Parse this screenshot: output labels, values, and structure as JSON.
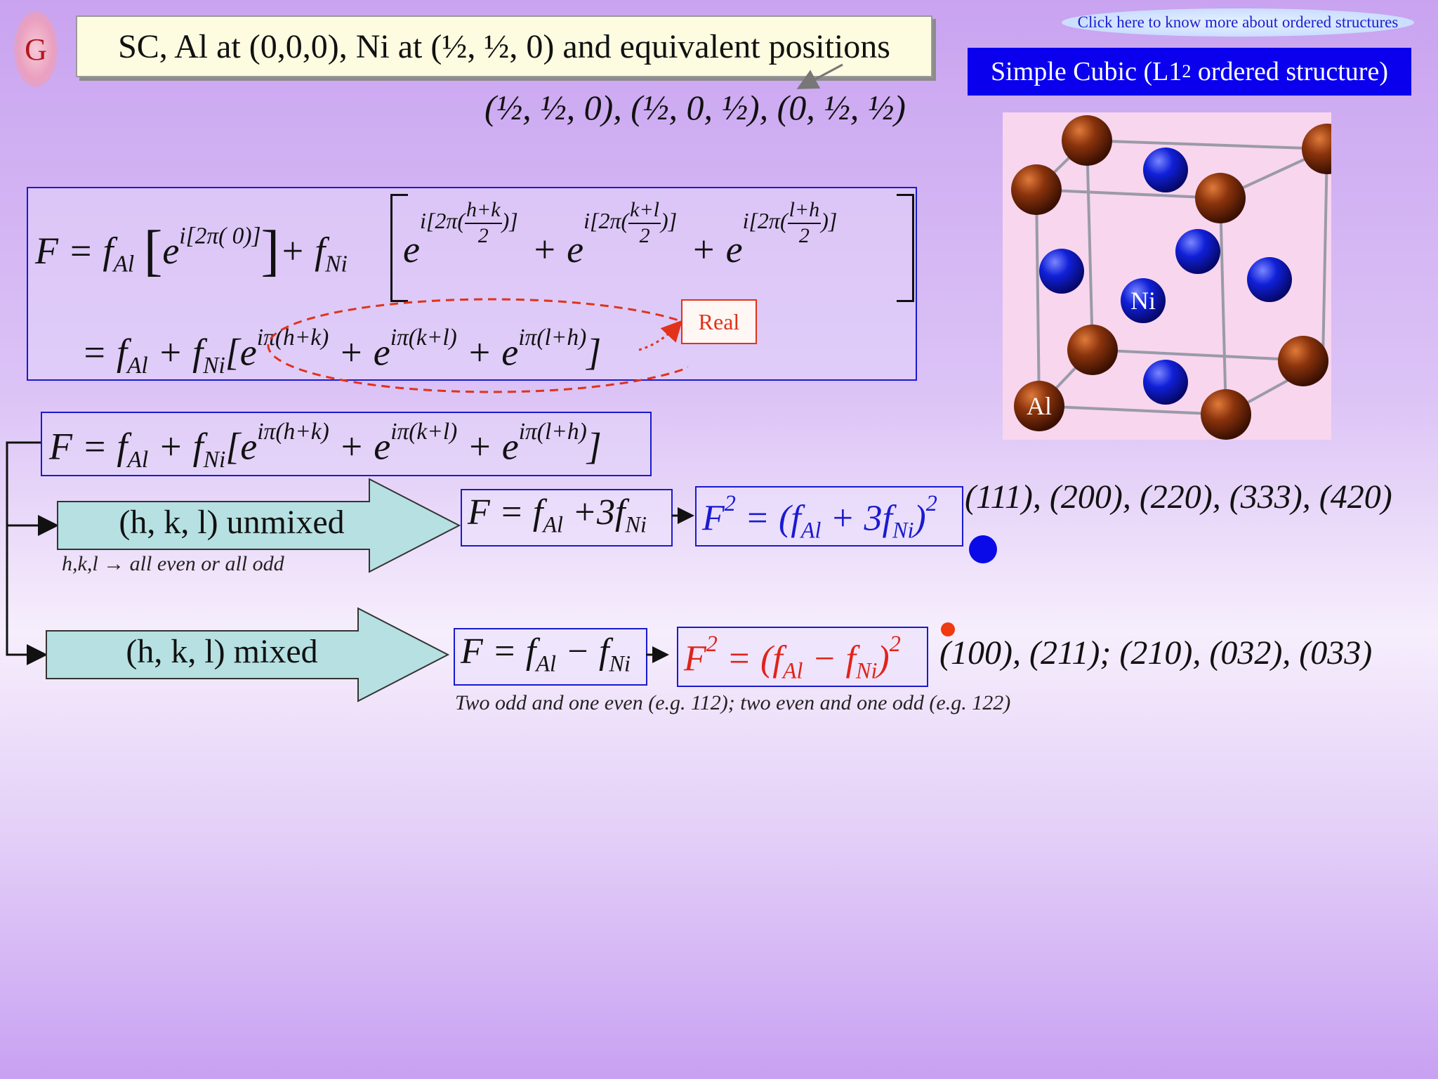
{
  "badge": {
    "letter": "G"
  },
  "title": "SC, Al at (0,0,0), Ni at (½, ½, 0) and equivalent positions",
  "equivalent_positions": "(½, ½, 0), (½, 0, ½), (0, ½, ½)",
  "link": {
    "label": "Click here to know more about ordered structures"
  },
  "structure": {
    "title_main": "Simple Cubic (L1",
    "title_sub": "2",
    "title_tail": " ordered structure)",
    "label_ni": "Ni",
    "label_al": "Al",
    "colors": {
      "al_atom": "#7a2a08",
      "ni_atom": "#1020d8",
      "cell_bg": "#f8d6ee"
    }
  },
  "real_label": "Real",
  "cases": {
    "unmixed": {
      "label": "(h, k, l) unmixed",
      "note": "h,k,l → all even or all odd",
      "reflections": "(111), (200), (220), (333), (420)",
      "marker_color": "#0a0ae8"
    },
    "mixed": {
      "label": "(h, k, l) mixed",
      "note": "Two odd and one even (e.g. 112); two even and one odd (e.g. 122)",
      "reflections": "(100), (211); (210), (032), (033)",
      "marker_color": "#f03a10"
    }
  },
  "colors": {
    "accent_blue": "#1a1ad0",
    "accent_red": "#e0331a",
    "arrow_fill": "#b6e0e2"
  }
}
